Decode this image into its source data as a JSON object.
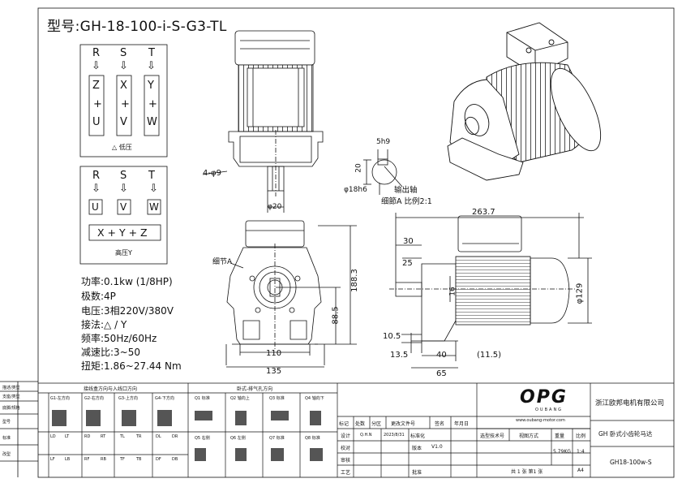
{
  "model": "型号:GH-18-100-i-S-G3-TL",
  "low_voltage": {
    "phases": [
      "R",
      "S",
      "T"
    ],
    "arrow": "⇩",
    "columns": [
      [
        "Z",
        "+",
        "U"
      ],
      [
        "X",
        "+",
        "V"
      ],
      [
        "Y",
        "+",
        "W"
      ]
    ],
    "caption": "△ 低压"
  },
  "high_voltage": {
    "phases": [
      "R",
      "S",
      "T"
    ],
    "arrow": "⇩",
    "terminals": [
      "U",
      "V",
      "W"
    ],
    "star": "X + Y + Z",
    "caption": "高压Y"
  },
  "specs": [
    "功率:0.1kw (1/8HP)",
    "极数:4P",
    "电压:3相220V/380V",
    "接法:△ / Y",
    "频率:50Hz/60Hz",
    "减速比:3~50",
    "扭矩:1.86~27.44 Nm"
  ],
  "front_dims": {
    "holes": "4-φ9",
    "shaft": "φ20"
  },
  "bottom_dims": {
    "detail": "细节A",
    "height": "188.3",
    "axis_height": "88.5",
    "width": "135",
    "hole_span": "110"
  },
  "shaft_detail": {
    "key": "5h9",
    "h": "20",
    "dia": "φ18h6",
    "title": "输出轴",
    "scale": "细節A 比例2:1"
  },
  "side_dims": {
    "length": "263.7",
    "d30": "30",
    "d25": "25",
    "d16": "16",
    "d129": "φ129",
    "d10_5": "10.5",
    "d13_5": "13.5",
    "d40": "40",
    "d11_5": "(11.5)",
    "d65": "65"
  },
  "legend": {
    "left_labels": [
      "描述/类型",
      "支座/类型",
      "底脚/规格",
      "型号",
      "标准",
      "改型"
    ],
    "box_title": "接线盒方向与入线口方向",
    "box_views": [
      "G1-左方向",
      "G2-右方向",
      "G3-上方向",
      "G4-下方向"
    ],
    "box_codes": [
      [
        "LD",
        "LT"
      ],
      [
        "RD",
        "RT"
      ],
      [
        "TL",
        "TR"
      ],
      [
        "DL",
        "DR"
      ]
    ],
    "box_codes2": [
      [
        "LF",
        "LB"
      ],
      [
        "RF",
        "RB"
      ],
      [
        "TF",
        "TB"
      ],
      [
        "DF",
        "DB"
      ]
    ],
    "mount_title": "卧式-排气孔方向",
    "mount_views": [
      "Q1 标准",
      "Q2 轴向上",
      "Q3 标准",
      "Q4 轴向下"
    ],
    "mount_views2": [
      "Q5 右侧",
      "Q6 左侧",
      "Q7 标准",
      "Q8 标准"
    ]
  },
  "title_block": {
    "logo": "OPG",
    "logo_sub": "OUBANG",
    "web": "www.oubang-motor.com",
    "company": "浙江欧邦电机有限公司",
    "product": "GH 卧式小齿轮马达",
    "code": "GH18-100w-S",
    "rev_headers": [
      "标记",
      "处数",
      "分区",
      "更改文件号",
      "签名",
      "年月日"
    ],
    "rows": [
      {
        "label": "设计",
        "name": "Q.H.N",
        "date": "2023/8/31",
        "std": "标准化"
      },
      {
        "label": "校对",
        "name": "",
        "date": "",
        "std": "版本"
      },
      {
        "label": "审核",
        "name": "",
        "date": "",
        "std": ""
      },
      {
        "label": "工艺",
        "name": "",
        "date": "",
        "std": "批准"
      }
    ],
    "version": "V1.0",
    "select_no": "选型技术号",
    "view_label": "视图方式",
    "weight_label": "重量",
    "scale_label": "比例",
    "weight": "5.79KG",
    "scale": "1:4",
    "sheets": "共 1 张 第1 张",
    "size": "A4"
  }
}
